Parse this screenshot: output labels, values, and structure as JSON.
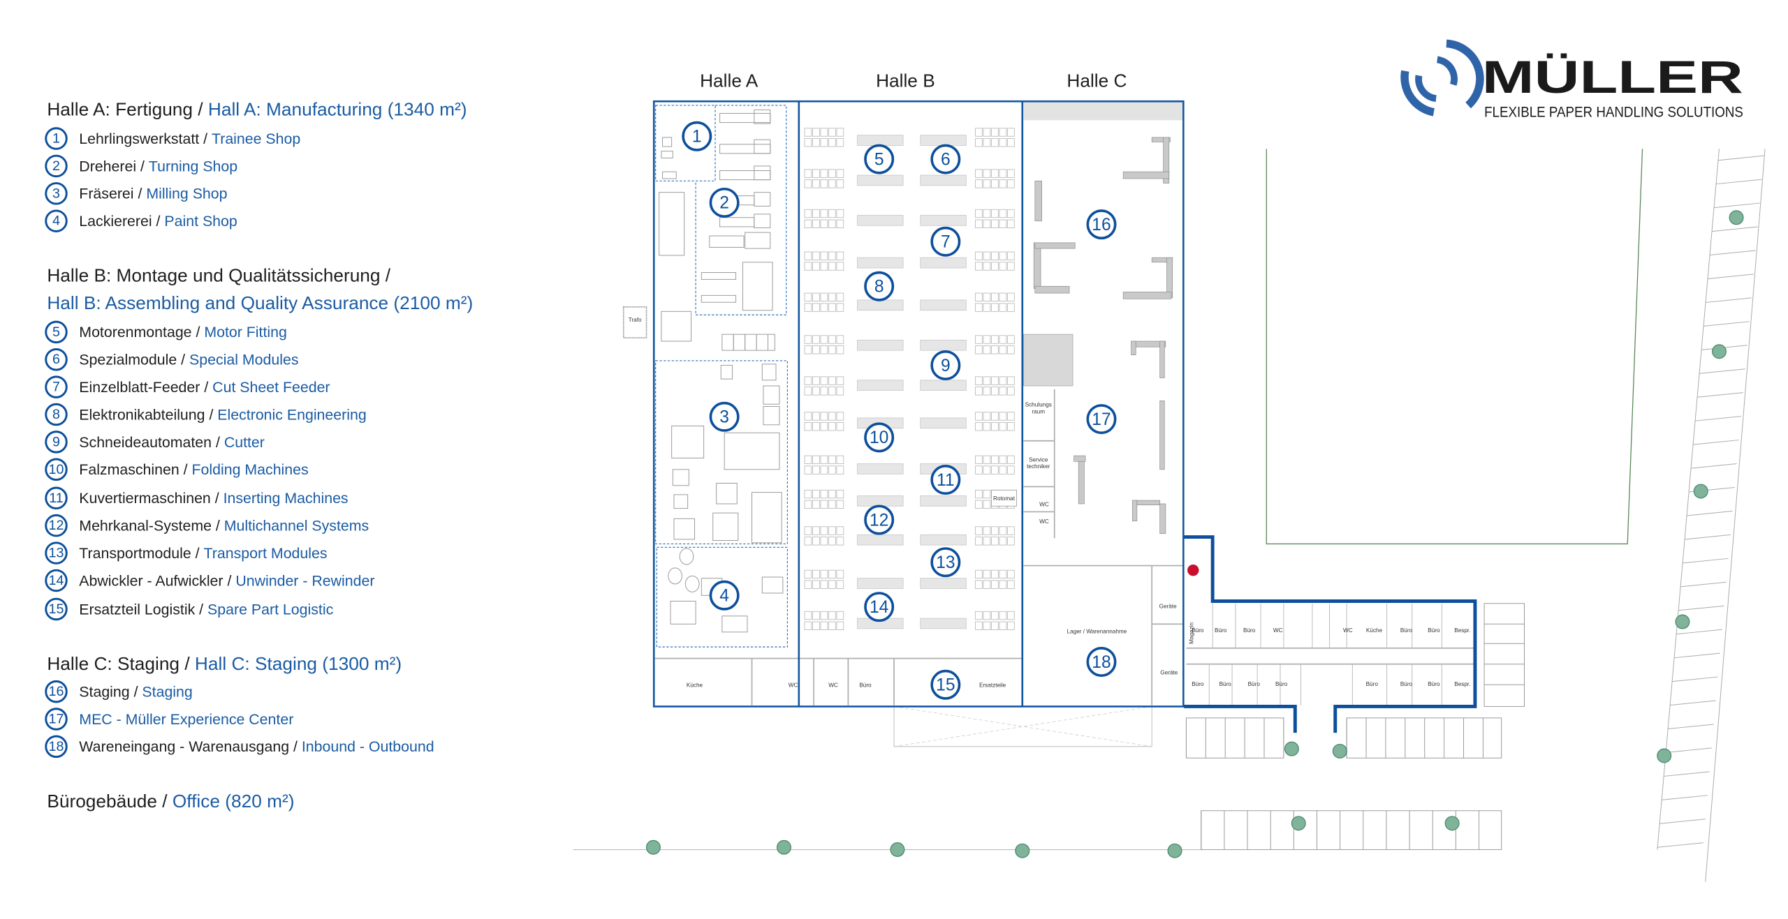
{
  "legend": {
    "sections": [
      {
        "title_de": "Halle A: Fertigung / ",
        "title_en": "Hall A: Manufacturing (1340 m²)",
        "items": [
          {
            "num": "1",
            "de": "Lehrlingswerkstatt",
            "en": "Trainee Shop"
          },
          {
            "num": "2",
            "de": "Dreherei",
            "en": "Turning Shop"
          },
          {
            "num": "3",
            "de": "Fräserei",
            "en": "Milling Shop"
          },
          {
            "num": "4",
            "de": "Lackiererei",
            "en": "Paint Shop"
          }
        ]
      },
      {
        "title_de": "Halle B: Montage und Qualitätssicherung /",
        "title_en": "Hall B: Assembling and Quality Assurance (2100 m²)",
        "items": [
          {
            "num": "5",
            "de": "Motorenmontage",
            "en": "Motor Fitting"
          },
          {
            "num": "6",
            "de": "Spezialmodule",
            "en": "Special Modules"
          },
          {
            "num": "7",
            "de": "Einzelblatt-Feeder",
            "en": "Cut Sheet Feeder"
          },
          {
            "num": "8",
            "de": "Elektronikabteilung",
            "en": "Electronic Engineering"
          },
          {
            "num": "9",
            "de": "Schneideautomaten",
            "en": "Cutter"
          },
          {
            "num": "10",
            "de": "Falzmaschinen",
            "en": "Folding Machines"
          },
          {
            "num": "11",
            "de": "Kuvertiermaschinen",
            "en": "Inserting Machines"
          },
          {
            "num": "12",
            "de": "Mehrkanal-Systeme",
            "en": "Multichannel Systems"
          },
          {
            "num": "13",
            "de": "Transportmodule",
            "en": "Transport Modules"
          },
          {
            "num": "14",
            "de": "Abwickler - Aufwickler",
            "en": "Unwinder - Rewinder"
          },
          {
            "num": "15",
            "de": "Ersatzteil Logistik",
            "en": "Spare Part Logistic"
          }
        ]
      },
      {
        "title_de": "Halle C: Staging / ",
        "title_en": " Hall C: Staging (1300 m²)",
        "items": [
          {
            "num": "16",
            "de": "Staging",
            "en": "Staging"
          },
          {
            "num": "17",
            "de": "",
            "en": "MEC - Müller Experience Center"
          },
          {
            "num": "18",
            "de": "Wareneingang - Warenausgang ",
            "en": "Inbound - Outbound"
          }
        ]
      },
      {
        "title_de": "Bürogebäude / ",
        "title_en": "Office (820 m²)",
        "items": []
      }
    ],
    "separator": " / "
  },
  "logo": {
    "name": "MÜLLER",
    "tagline": "FLEXIBLE PAPER HANDLING SOLUTIONS",
    "brand_color": "#2f64a8"
  },
  "plan": {
    "halls": [
      "Halle A",
      "Halle B",
      "Halle C"
    ],
    "markers": [
      "1",
      "2",
      "3",
      "4",
      "5",
      "6",
      "7",
      "8",
      "9",
      "10",
      "11",
      "12",
      "13",
      "14",
      "15",
      "16",
      "17",
      "18"
    ],
    "rooms": {
      "kueche": "Küche",
      "wc": "WC",
      "buero": "Büro",
      "ersatzteile": "Ersatzteile",
      "lager": "Lager / Warenannahme",
      "geraete": "Geräte",
      "magazin": "Magazin",
      "schulung": [
        "Schulungs",
        "raum"
      ],
      "service": [
        "Service",
        "techniker"
      ],
      "rotomat": "Rotomat",
      "trafo": "Trafo",
      "bespr": "Bespr."
    },
    "colors": {
      "wall": "#0d4f9c",
      "marker": "#0d4f9c",
      "green_area": "#5a8a5a",
      "entrance_dot": "#c8102e",
      "tree": "#7fb39a"
    }
  }
}
